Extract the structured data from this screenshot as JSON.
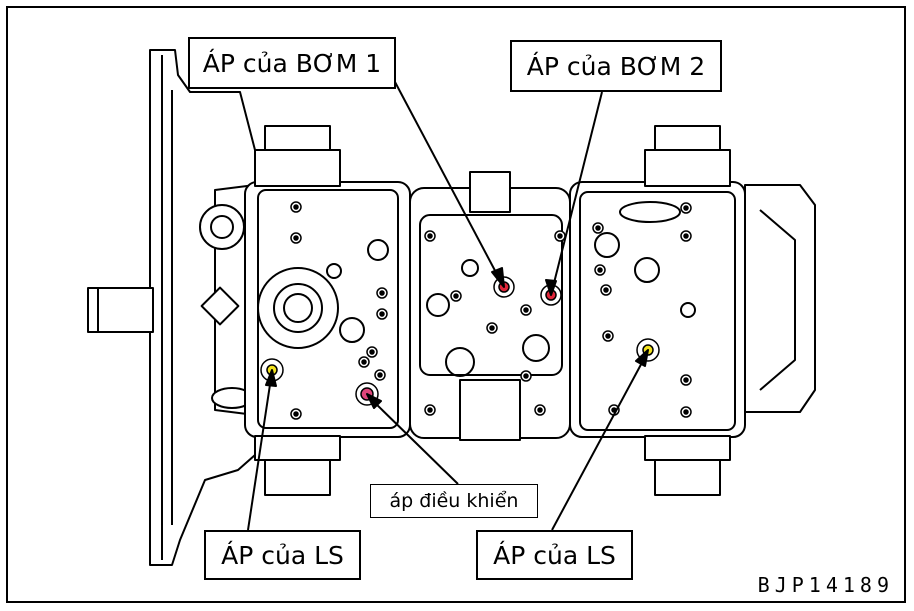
{
  "labels": {
    "pump1_pressure": "ÁP của BƠM 1",
    "pump2_pressure": "ÁP của BƠM 2",
    "control_pressure": "áp điều khiển",
    "ls_pressure_left": "ÁP của LS",
    "ls_pressure_right": "ÁP của LS"
  },
  "figure_code": "BJP14189",
  "colors": {
    "pump_port": "#e0263a",
    "control_port": "#e0457a",
    "ls_port": "#f2e21e",
    "line": "#000000"
  }
}
